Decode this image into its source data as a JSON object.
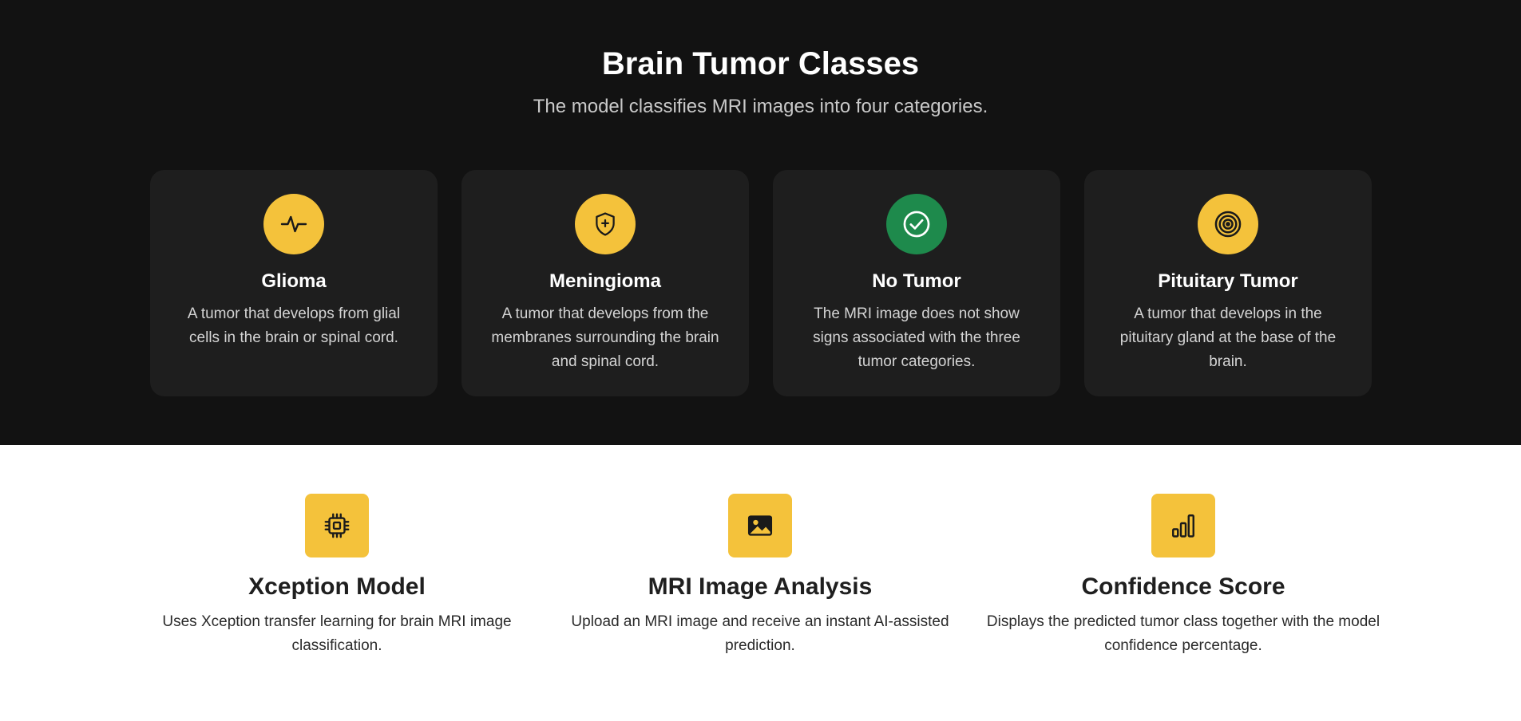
{
  "classes_section": {
    "title": "Brain Tumor Classes",
    "subtitle": "The model classifies MRI images into four categories.",
    "cards": [
      {
        "icon": "activity-pulse-icon",
        "icon_bg": "#f4c23b",
        "title": "Glioma",
        "description": "A tumor that develops from glial cells in the brain or spinal cord."
      },
      {
        "icon": "shield-plus-icon",
        "icon_bg": "#f4c23b",
        "title": "Meningioma",
        "description": "A tumor that develops from the membranes surrounding the brain and spinal cord."
      },
      {
        "icon": "check-circle-icon",
        "icon_bg": "#1e8a4c",
        "title": "No Tumor",
        "description": "The MRI image does not show signs associated with the three tumor categories."
      },
      {
        "icon": "concentric-target-icon",
        "icon_bg": "#f4c23b",
        "title": "Pituitary Tumor",
        "description": "A tumor that develops in the pituitary gland at the base of the brain."
      }
    ]
  },
  "features_section": {
    "items": [
      {
        "icon": "cpu-chip-icon",
        "title": "Xception Model",
        "description": "Uses Xception transfer learning for brain MRI image classification."
      },
      {
        "icon": "image-icon",
        "title": "MRI Image Analysis",
        "description": "Upload an MRI image and receive an instant AI-assisted prediction."
      },
      {
        "icon": "bar-chart-icon",
        "title": "Confidence Score",
        "description": "Displays the predicted tumor class together with the model confidence percentage."
      }
    ]
  },
  "colors": {
    "dark_bg": "#121212",
    "card_bg": "#1e1e1e",
    "accent_yellow": "#f4c23b",
    "accent_green": "#1e8a4c"
  }
}
